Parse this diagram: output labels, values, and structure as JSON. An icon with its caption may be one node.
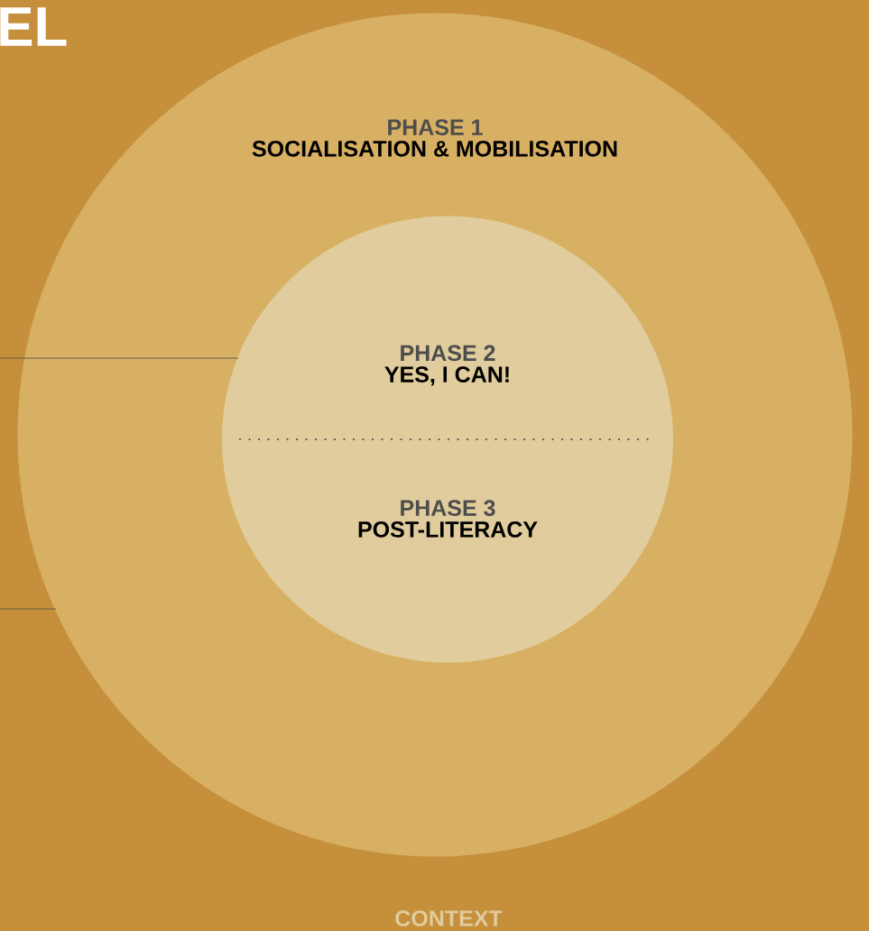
{
  "diagram": {
    "nodes": [
      {
        "text": [
          "PHASE 1",
          "SOCIALISATION & MOBILISATION"
        ]
      },
      {
        "text": [],
        "shape": "circle",
        "in": 0
      },
      {
        "text": [
          "PHASE 2",
          "YES, I CAN!"
        ],
        "in": 1
      },
      {
        "text": [
          "PHASE 3",
          "POST-LITERACY"
        ],
        "in": 1
      }
    ],
    "edges": [
      {
        "from": null,
        "to": 1,
        "arrow": "none"
      },
      {
        "from": null,
        "to": 0,
        "arrow": "none"
      }
    ],
    "labels": [
      "EL",
      "CONTEXT"
    ]
  }
}
